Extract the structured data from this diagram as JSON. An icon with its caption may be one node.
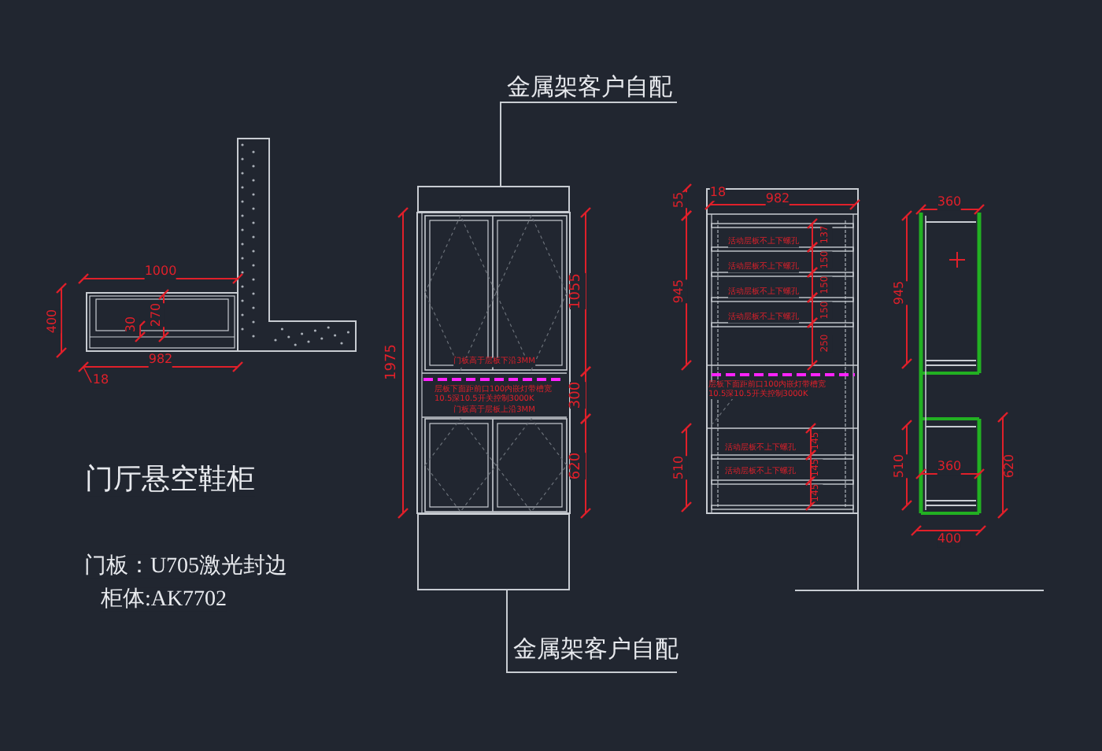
{
  "diagram": {
    "nodes": [
      {
        "text": [
          "金属架客户自配"
        ]
      },
      {
        "text": [],
        "shape": "box"
      },
      {
        "text": [
          "金属架客户自配"
        ]
      },
      {
        "text": [],
        "shape": "box"
      }
    ],
    "edges": [
      {
        "from": 0,
        "to": 1,
        "arrow": "none"
      },
      {
        "from": 2,
        "to": 3,
        "arrow": "none"
      }
    ],
    "labels": [
      "门厅悬空鞋柜",
      "门板：U705激光封边",
      "柜体:AK7702",
      "1000",
      "400",
      "30",
      "270",
      "982",
      "18",
      "1975",
      "1055",
      "300",
      "620",
      "门板高于层板下沿3MM",
      "层板下面距前口100内嵌灯带槽宽10.5深10.5开关控制3000K",
      "门板高于层板上沿3MM",
      "18",
      "982",
      "55",
      "945",
      "137",
      "150",
      "150",
      "150",
      "250",
      "活动层板不上下螺孔",
      "活动层板不上下螺孔",
      "活动层板不上下螺孔",
      "活动层板不上下螺孔",
      "层板下面距前口100内嵌灯带槽宽10.5深10.5开关控制3000K",
      "510",
      "145",
      "145",
      "145",
      "活动层板不上下螺孔",
      "活动层板不上下螺孔",
      "360",
      "945",
      "510",
      "360",
      "620",
      "400"
    ]
  }
}
